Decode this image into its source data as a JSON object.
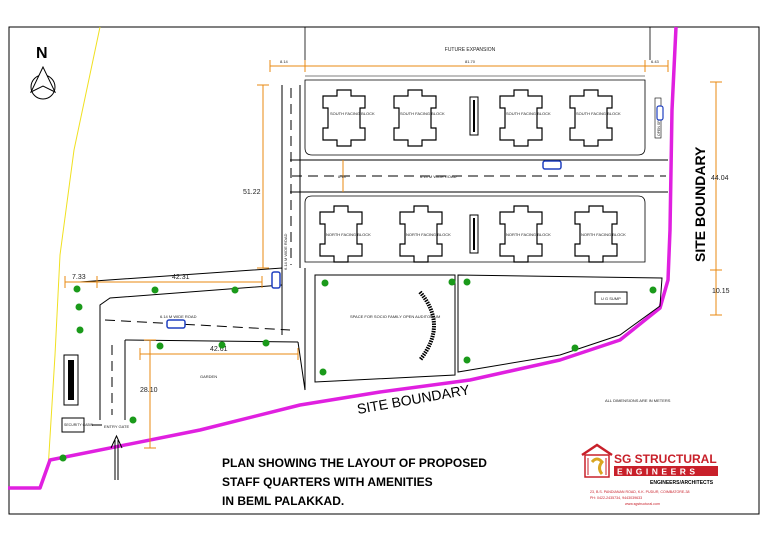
{
  "north_label": "N",
  "site_boundary_label": "SITE BOUNDARY",
  "top_label": "FUTURE EXPANSION",
  "dimensions": {
    "top_left": "8.14",
    "top_middle": "81.70",
    "top_right": "6.43",
    "left_vertical": "51.22",
    "road_gap": "8.14",
    "right_vertical": "44.04",
    "right_lower": "10.15",
    "west_left": "7.33",
    "west_middle": "42.31",
    "garden_horizontal": "42.61",
    "garden_vertical": "28.10"
  },
  "blocks": {
    "south_1": "SOUTH FACING BLOCK",
    "south_2": "SOUTH FACING BLOCK",
    "south_3": "SOUTH FACING BLOCK",
    "south_4": "SOUTH FACING BLOCK",
    "north_1": "NORTH FACING BLOCK",
    "north_2": "NORTH FACING BLOCK",
    "north_3": "NORTH FACING BLOCK",
    "north_4": "NORTH FACING BLOCK"
  },
  "labels": {
    "road_horizontal": "6.14 M WIDE ROAD",
    "road_vertical": "6.14 M WIDE ROAD",
    "road_west": "6.14 M WIDE ROAD",
    "space": "SPACE FOR SOCIO FAMILY OPEN AUDITORIUM",
    "ug_sump": "U G SUMP",
    "garden": "GARDEN",
    "entry_gate": "ENTRY GATE",
    "security": "SECURITY CABIN",
    "all_dims": "ALL DIMENSIONS ARE IN METERS",
    "side_strip": "OPEN SPACE"
  },
  "plan_title": {
    "line1": "PLAN SHOWING THE LAYOUT OF PROPOSED",
    "line2": "STAFF QUARTERS WITH AMENITIES",
    "line3": "IN BEML PALAKKAD."
  },
  "company": {
    "name": "SG STRUCTURAL",
    "line2": "ENGINEERS",
    "tagline": "ENGINEERS/ARCHITECTS",
    "address": "23, B.S. PANDIANAN ROAD, K.K. PUDUR, COIMBATORE-38",
    "contact": "PH: 0422-2435734, 9443039633",
    "web": "www.sgstructural.com"
  },
  "colors": {
    "boundary": "#e020e0",
    "dimension": "#e88a10",
    "tree": "#1a9a1a",
    "vehicle": "#2040c0",
    "logo_red": "#c8202a",
    "logo_gold": "#d9a520"
  }
}
